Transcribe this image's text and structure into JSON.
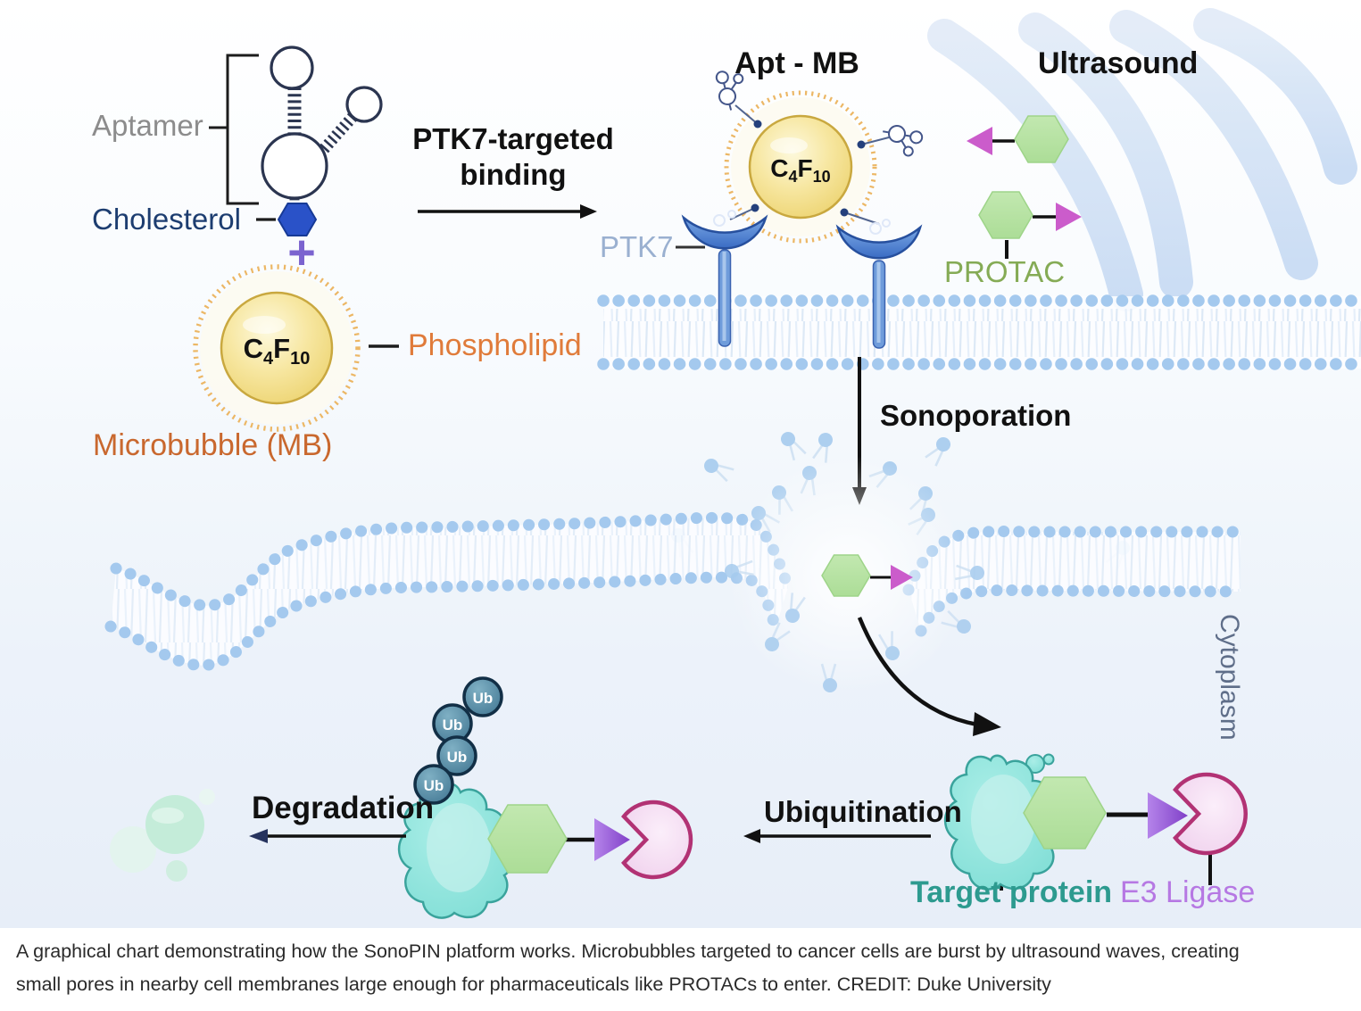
{
  "diagram": {
    "labels": {
      "aptamer": "Aptamer",
      "cholesterol": "Cholesterol",
      "plus_sign": "+",
      "gas_c": "C",
      "gas_4": "4",
      "gas_f": "F",
      "gas_10": "10",
      "phospholipid": "Phospholipid",
      "microbubble": "Microbubble (MB)",
      "binding_line1": "PTK7-targeted",
      "binding_line2": "binding",
      "apt_mb": "Apt - MB",
      "ultrasound": "Ultrasound",
      "protac": "PROTAC",
      "ptk7": "PTK7",
      "sonoporation": "Sonoporation",
      "cytoplasm": "Cytoplasm",
      "ubiquitination": "Ubiquitination",
      "degradation": "Degradation",
      "target_protein": "Target protein",
      "e3_ligase": "E3 Ligase",
      "ub": "Ub"
    },
    "colors": {
      "background_top": "#ffffff",
      "background_bottom": "#e7eef8",
      "membrane_blue": "#a4c9ee",
      "ultrasound_wave_blue": "#cddff3",
      "protac_hexagon_green": "#b9e4a5",
      "protac_warhead_magenta": "#cb5ccb",
      "linker_purple": "#9054cf",
      "microbubble_gold": "#f1da7e",
      "lipid_ring_orange": "#ecb765",
      "target_protein_teal": "#7cdcd4",
      "e3_ligase_pink": "#f6ddf3",
      "e3_ligase_border": "#b23274",
      "ub_badge_fill": "#4f87a1",
      "phospholipid_label_orange": "#e07b3a",
      "microbubble_label_orange": "#c9682e",
      "protac_label_green": "#85ab55",
      "ptk7_label_blue": "#9ab0d0",
      "cytoplasm_label_gray": "#5f6e89",
      "cholesterol_label_navy": "#1d3d70",
      "aptamer_label_gray": "#8c8c8c",
      "e3_label_violet": "#b678e3",
      "target_label_teal": "#2d9a8f"
    }
  },
  "caption": {
    "line1": "A graphical chart demonstrating how the SonoPIN platform works. Microbubbles targeted to cancer cells are burst by ultrasound waves, creating",
    "line2": "small pores in nearby cell membranes large enough for pharmaceuticals like PROTACs to enter. CREDIT: Duke University"
  }
}
